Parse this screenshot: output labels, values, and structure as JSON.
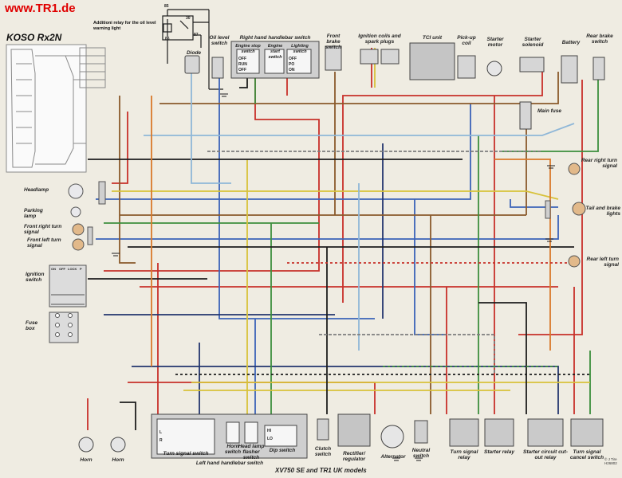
{
  "brand": "www.TR1.de",
  "koso_label": "KOSO  Rx2N",
  "relay_note": "Additioni relay for the oil level warning light",
  "relay_pins": {
    "p85": "85",
    "p30": "30",
    "p86": "86",
    "p87": "87"
  },
  "components": {
    "diode": "Diode",
    "oil_level_switch": "Oil level switch",
    "right_handlebar_switch": "Right hand handlebar switch",
    "engine_stop_switch": "Engine stop switch",
    "engine_start_switch": "Engine start switch",
    "lighting_switch": "Lighting switch",
    "front_brake_switch": "Front brake switch",
    "ignition_coils": "Ignition coils and spark plugs",
    "tci_unit": "TCI unit",
    "pickup_coil": "Pick-up coil",
    "starter_motor": "Starter motor",
    "starter_solenoid": "Starter solenoid",
    "battery": "Battery",
    "rear_brake_switch": "Rear brake switch",
    "main_fuse": "Main fuse",
    "rear_right_turn": "Rear right turn signal",
    "tail_brake": "Tail and brake lights",
    "rear_left_turn": "Rear left turn signal",
    "headlamp": "Headlamp",
    "parking_lamp": "Parking lamp",
    "front_right_turn": "Front right turn signal",
    "front_left_turn": "Front left turn signal",
    "ignition_switch": "Ignition switch",
    "fuse_box": "Fuse box",
    "horn1": "Horn",
    "horn2": "Horn",
    "turn_signal_switch": "Turn signal switch",
    "horn_switch": "Horn switch",
    "headlamp_flasher": "Head lamp flasher switch",
    "dip_switch": "Dip switch",
    "left_handlebar_switch": "Left hand handlebar switch",
    "clutch_switch": "Clutch switch",
    "rectifier": "Rectifier/ regulator",
    "alternator": "Alternator",
    "neutral_switch": "Neutral switch",
    "turn_signal_relay": "Turn signal relay",
    "starter_relay": "Starter relay",
    "starter_cutout_relay": "Starter circuit cut-out relay",
    "turn_signal_cancel": "Turn signal cancel switch"
  },
  "switch_states": {
    "engine_stop": [
      "OFF",
      "RUN",
      "OFF"
    ],
    "lighting": [
      "OFF",
      "PO",
      "ON"
    ],
    "ignition": [
      "ON",
      "OFF",
      "LOCK",
      "P"
    ],
    "dip": [
      "HI",
      "LO"
    ],
    "turn_left": "L",
    "turn_right": "R"
  },
  "footer": "XV750 SE and TR1 UK models",
  "credit": "© J Tire H26802",
  "wire_colors": {
    "red": "#c8302a",
    "blue": "#3b63b8",
    "dark_blue": "#23366e",
    "brown": "#8a5a2b",
    "green": "#3d8f3d",
    "yellow": "#d8c23a",
    "black": "#1d1d1d",
    "sky": "#8fb7d8",
    "orange": "#d9782a",
    "grey": "#7d7d7d"
  }
}
